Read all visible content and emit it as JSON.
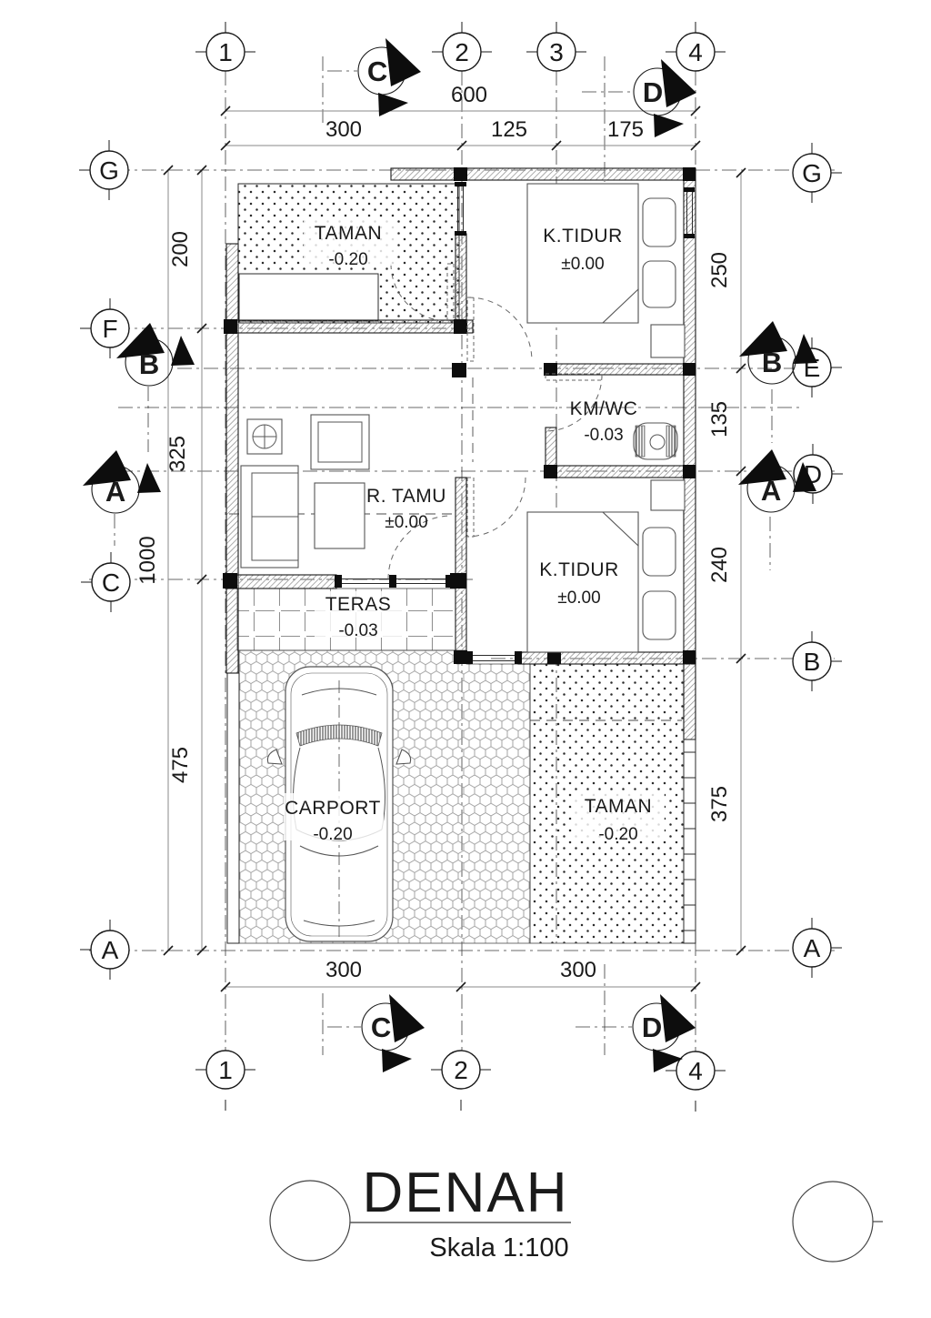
{
  "title": {
    "label": "DENAH",
    "scale": "Skala 1:100"
  },
  "grid_bubbles": {
    "top": [
      "1",
      "2",
      "3",
      "4"
    ],
    "bottom": [
      "1",
      "2",
      "4"
    ],
    "left": [
      "G",
      "F",
      "C",
      "A"
    ],
    "right": [
      "G",
      "E",
      "D",
      "B",
      "A"
    ]
  },
  "section_markers": {
    "top": [
      "C",
      "D"
    ],
    "bottom": [
      "C",
      "D"
    ],
    "left": [
      "B",
      "A"
    ],
    "right": [
      "B",
      "A"
    ]
  },
  "dimensions": {
    "top": {
      "overall": "600",
      "segments": [
        "300",
        "125",
        "175"
      ]
    },
    "bottom": {
      "segments": [
        "300",
        "300"
      ]
    },
    "left": {
      "overall": "1000",
      "segments": [
        "200",
        "325",
        "475"
      ]
    },
    "right": {
      "segments": [
        "250",
        "135",
        "240",
        "375"
      ]
    }
  },
  "rooms": {
    "taman_top": {
      "name": "TAMAN",
      "level": "-0.20"
    },
    "ktidur_top": {
      "name": "K.TIDUR",
      "level": "±0.00"
    },
    "kmwc": {
      "name": "KM/WC",
      "level": "-0.03"
    },
    "rtamu": {
      "name": "R. TAMU",
      "level": "±0.00"
    },
    "ktidur_bottom": {
      "name": "K.TIDUR",
      "level": "±0.00"
    },
    "teras": {
      "name": "TERAS",
      "level": "-0.03"
    },
    "carport": {
      "name": "CARPORT",
      "level": "-0.20"
    },
    "taman_bottom": {
      "name": "TAMAN",
      "level": "-0.20"
    }
  },
  "colors": {
    "ink": "#1a1a1a",
    "dim_line": "#8a8a8a",
    "pattern": "#999999"
  }
}
